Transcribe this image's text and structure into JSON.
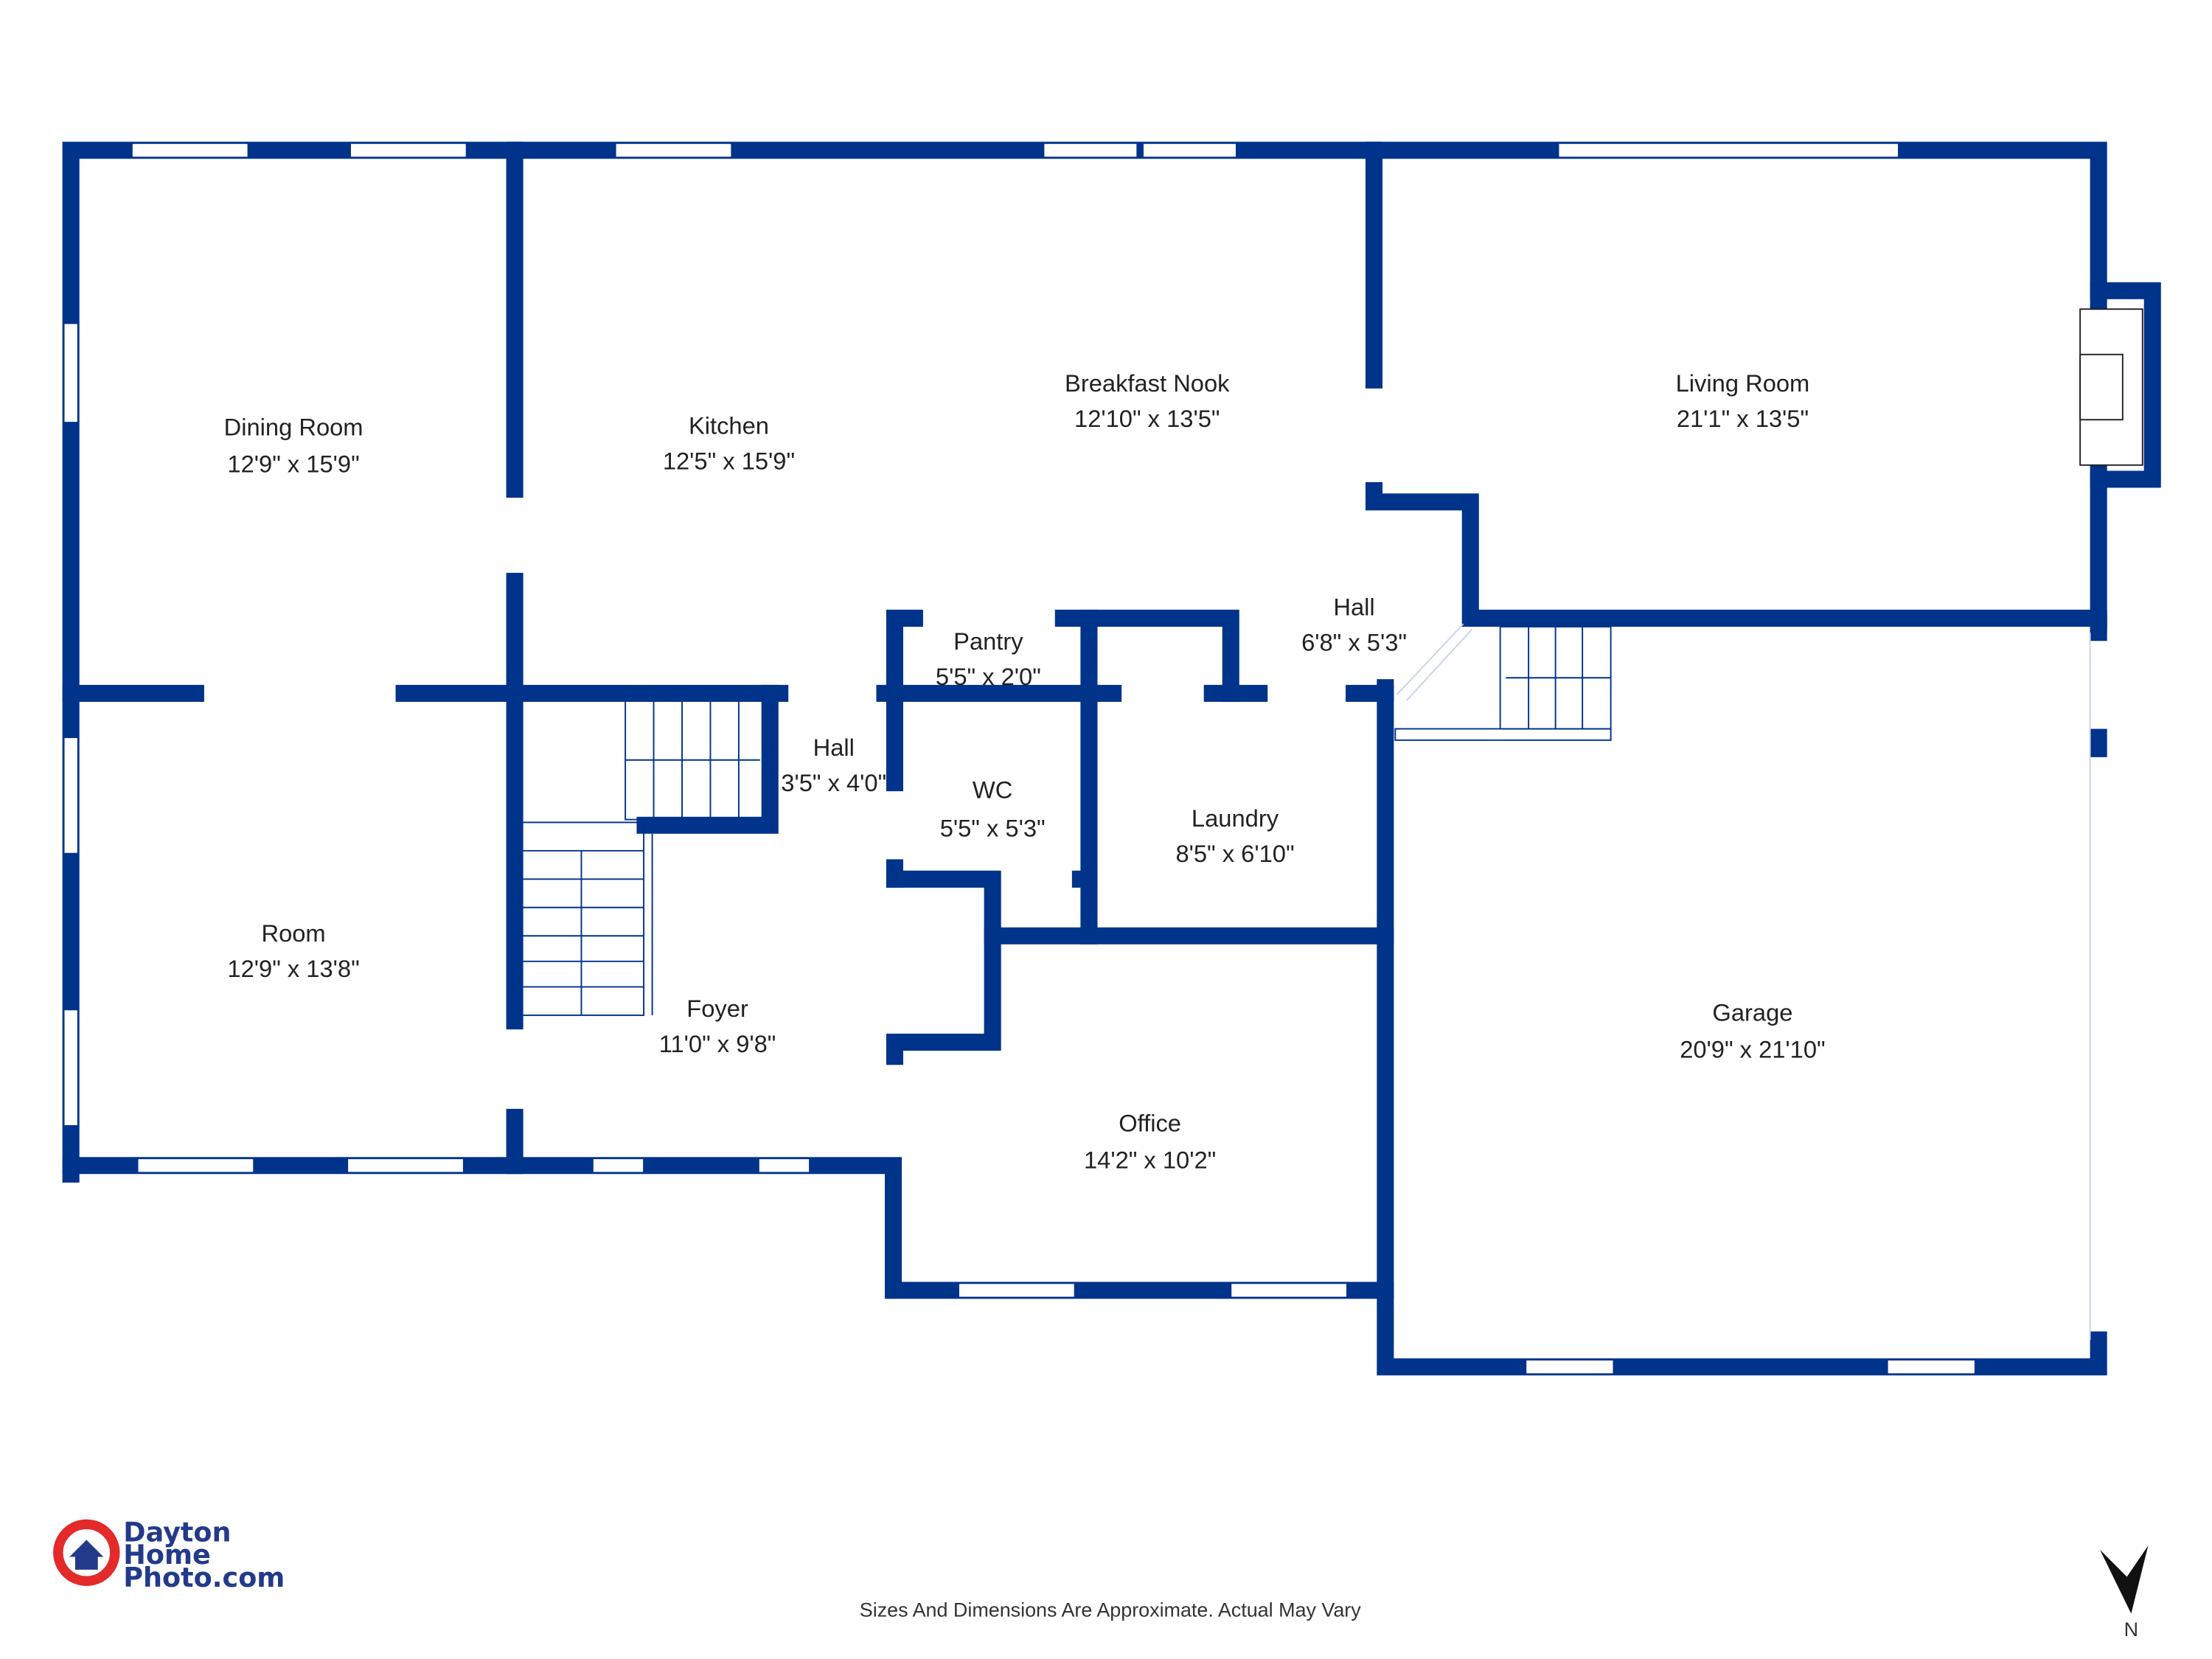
{
  "rooms": [
    {
      "name": "Dining Room",
      "dims": "12'9\" x 15'9\""
    },
    {
      "name": "Kitchen",
      "dims": "12'5\" x 15'9\""
    },
    {
      "name": "Breakfast Nook",
      "dims": "12'10\" x 13'5\""
    },
    {
      "name": "Living Room",
      "dims": "21'1\" x 13'5\""
    },
    {
      "name": "Pantry",
      "dims": "5'5\" x 2'0\""
    },
    {
      "name": "Hall",
      "dims": "6'8\" x 5'3\""
    },
    {
      "name": "Hall",
      "dims": "3'5\" x 4'0\""
    },
    {
      "name": "WC",
      "dims": "5'5\" x 5'3\""
    },
    {
      "name": "Laundry",
      "dims": "8'5\" x 6'10\""
    },
    {
      "name": "Room",
      "dims": "12'9\" x 13'8\""
    },
    {
      "name": "Foyer",
      "dims": "11'0\" x 9'8\""
    },
    {
      "name": "Office",
      "dims": "14'2\" x 10'2\""
    },
    {
      "name": "Garage",
      "dims": "20'9\" x 21'10\""
    }
  ],
  "footer": {
    "disclaimer": "Sizes And Dimensions Are Approximate. Actual May Vary"
  },
  "logo": {
    "line1": "Dayton",
    "line2": "Home",
    "line3": "Photo.com"
  },
  "compass": {
    "label": "N",
    "icon": "north-arrow-icon"
  },
  "colors": {
    "wall": "#00338a",
    "logo_red": "#e42b2b",
    "logo_blue": "#233a8a"
  }
}
